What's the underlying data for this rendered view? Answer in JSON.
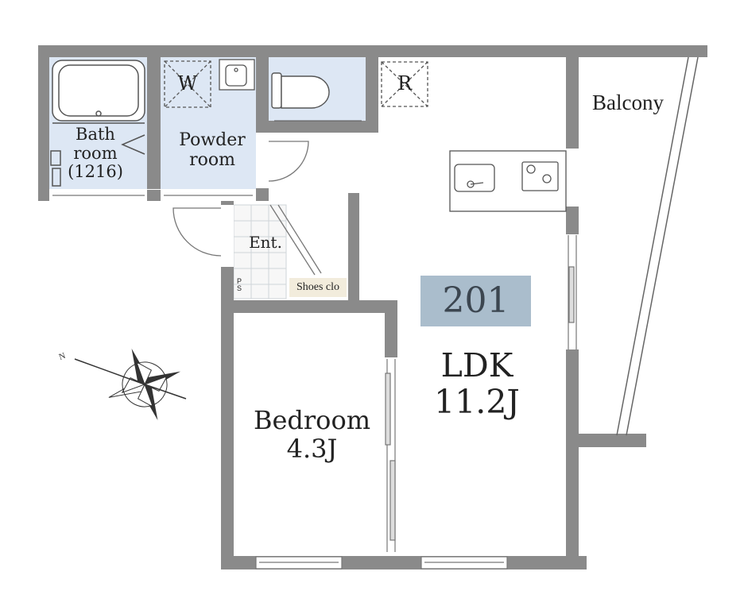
{
  "unit_number": "201",
  "rooms": {
    "ldk": {
      "name": "LDK",
      "size": "11.2J"
    },
    "bedroom": {
      "name": "Bedroom",
      "size": "4.3J"
    },
    "bathroom": {
      "line1": "Bath",
      "line2": "room",
      "line3": "(1216)"
    },
    "powder_room": {
      "line1": "Powder",
      "line2": "room"
    },
    "entrance": "Ent.",
    "shoes_closet": "Shoes clo",
    "balcony": "Balcony"
  },
  "marks": {
    "washer": "W",
    "refrigerator": "R",
    "pipe_space_top": "P",
    "pipe_space_bottom": "S",
    "north": "N"
  },
  "colors": {
    "wall": "#8a8a8a",
    "wet_area": "#dde7f4",
    "unit_badge": "#aabdcc",
    "shoes_closet": "#f2ecdc"
  }
}
